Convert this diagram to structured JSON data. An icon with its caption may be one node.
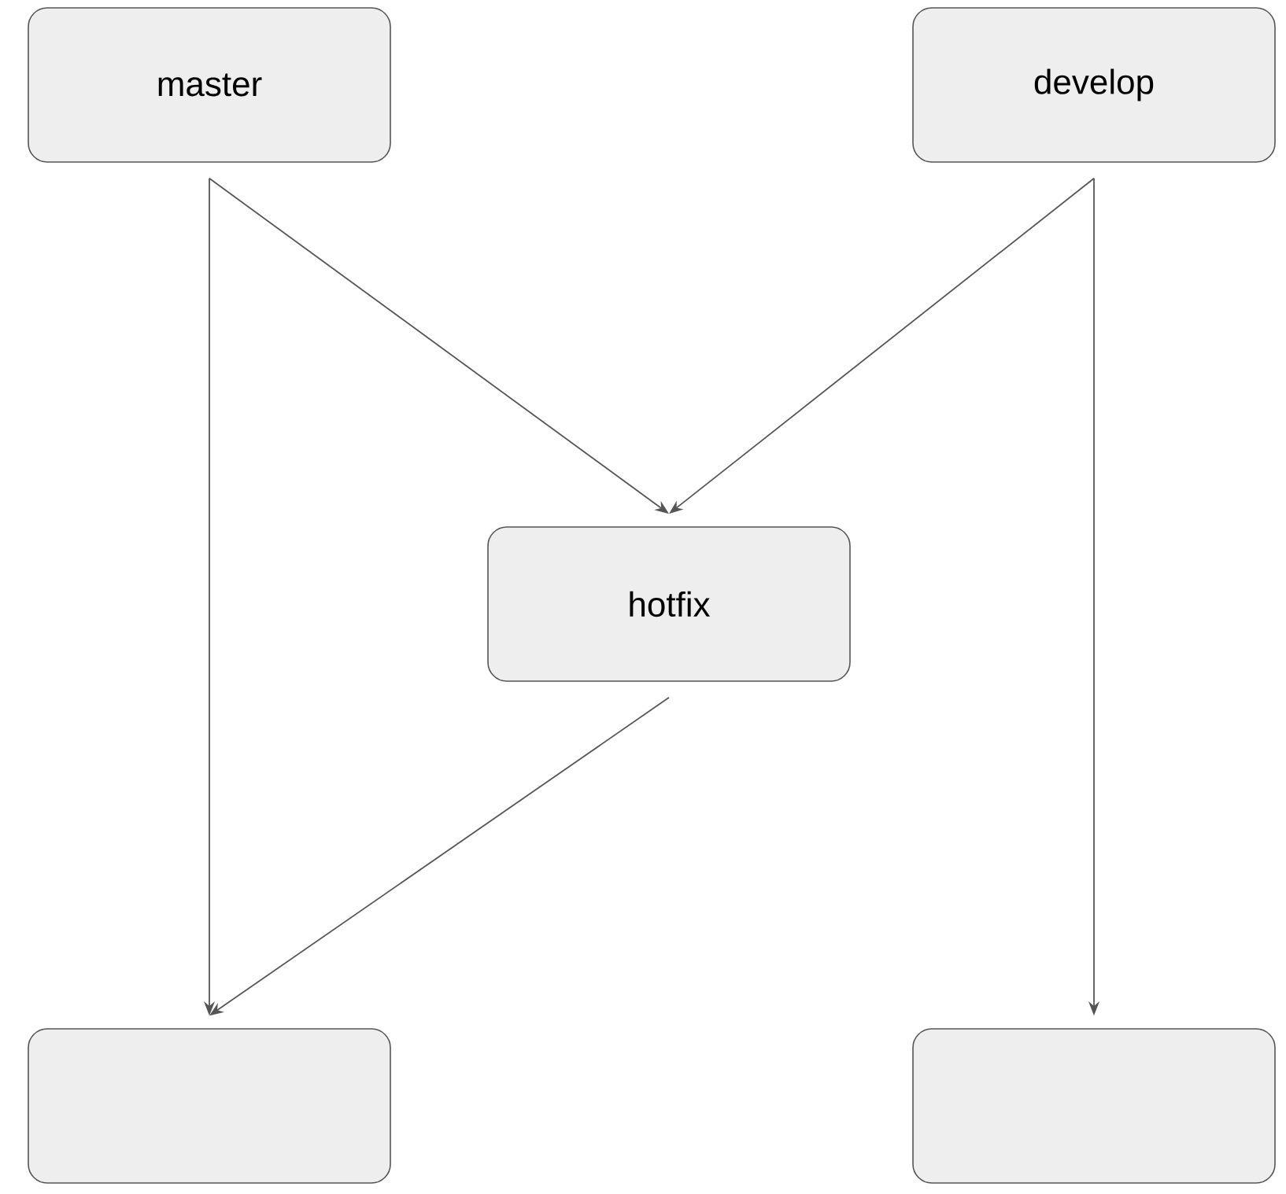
{
  "diagram": {
    "nodes": [
      {
        "text": [
          "master"
        ]
      },
      {
        "text": [
          "develop"
        ]
      },
      {
        "text": [
          "hotfix"
        ]
      },
      {
        "text": [],
        "shape": "box"
      },
      {
        "text": [],
        "shape": "box"
      }
    ],
    "edges": [
      {
        "from": 0,
        "to": 3,
        "arrow": "to"
      },
      {
        "from": 0,
        "to": 2,
        "arrow": "to"
      },
      {
        "from": 1,
        "to": 2,
        "arrow": "to"
      },
      {
        "from": 1,
        "to": 4,
        "arrow": "to"
      },
      {
        "from": 2,
        "to": 3,
        "arrow": "to"
      }
    ]
  }
}
